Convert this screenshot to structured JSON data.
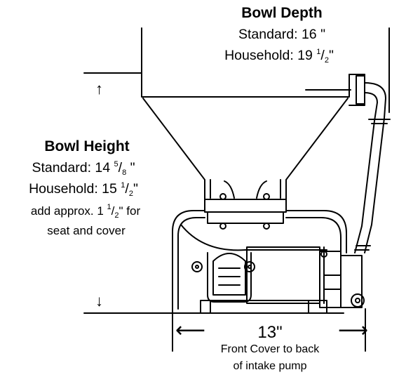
{
  "bowl_depth": {
    "title": "Bowl Depth",
    "standard": "Standard: 16 \"",
    "household_prefix": "Household: 19 ",
    "household_num": "1",
    "household_slash": "/",
    "household_den": "2",
    "household_suffix": "\""
  },
  "bowl_height": {
    "title": "Bowl Height",
    "standard_prefix": "Standard: 14 ",
    "standard_num": "5",
    "standard_slash": "/",
    "standard_den": "8",
    "standard_suffix": " \"",
    "household_prefix": "Household: 15 ",
    "household_num": "1",
    "household_slash": "/",
    "household_den": "2",
    "household_suffix": "\"",
    "note_prefix": "add approx. 1 ",
    "note_num": "1",
    "note_slash": "/",
    "note_den": "2",
    "note_suffix": "\" for",
    "note_line2": "seat and cover"
  },
  "width_dimension": {
    "value": "13\"",
    "caption_line1": "Front Cover to back",
    "caption_line2": "of intake pump"
  }
}
